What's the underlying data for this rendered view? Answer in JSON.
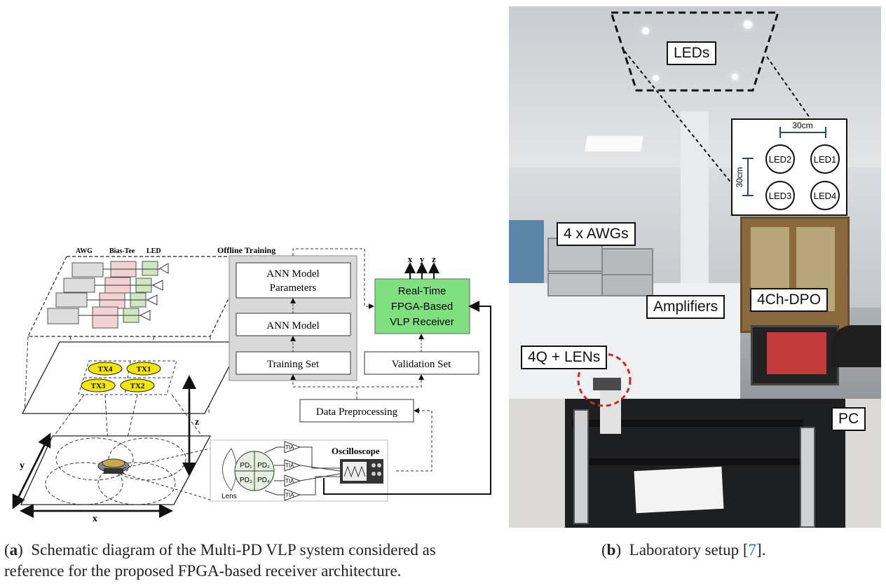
{
  "schematic": {
    "tx_layer_labels": {
      "awg": "AWG",
      "bias_tee": "Bias-Tee",
      "led": "LED"
    },
    "tx_tags": [
      "TX4",
      "TX1",
      "TX3",
      "TX2"
    ],
    "axes": {
      "x": "x",
      "y": "y",
      "z": "z"
    },
    "offline_training": {
      "title": "Offline Training",
      "params": "ANN Model Parameters",
      "model": "ANN Model",
      "training_set": "Training Set"
    },
    "validation_set": "Validation Set",
    "receiver": {
      "line1": "Real-Time",
      "line2": "FPGA-Based",
      "line3": "VLP Receiver"
    },
    "outputs": [
      "x",
      "y",
      "z"
    ],
    "data_preprocessing": "Data Preprocessing",
    "frontend": {
      "lens": "Lens",
      "pds": [
        "PD₁",
        "PD₂",
        "PD₃",
        "PD₄"
      ],
      "tia": "TIA",
      "oscilloscope": "Oscilloscope"
    },
    "colors": {
      "receiver_fill": "#7ee07e",
      "training_fill": "#d9d9d9",
      "tx_tag": "#f5e600"
    }
  },
  "photo": {
    "labels": {
      "leds": "LEDs",
      "awgs": "4 x AWGs",
      "amplifiers": "Amplifiers",
      "dpo": "4Ch-DPO",
      "lens": "4Q + LENs",
      "pc": "PC"
    },
    "inset": {
      "spacing_h": "30cm",
      "spacing_v": "30cm",
      "leds": [
        "LED2",
        "LED1",
        "LED3",
        "LED4"
      ]
    }
  },
  "captions": {
    "a_tag": "a",
    "a_text": "Schematic diagram of the Multi-PD VLP system considered as",
    "a_text2": "reference for the proposed FPGA-based receiver architecture.",
    "b_tag": "b",
    "b_text": "Laboratory setup [",
    "b_ref": "7",
    "b_end": "]."
  }
}
